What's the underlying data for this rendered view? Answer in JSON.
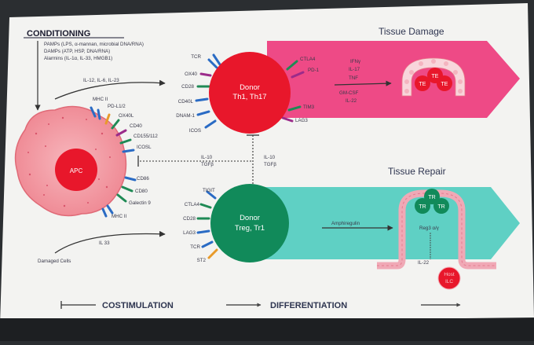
{
  "conditioning": {
    "title": "CONDITIONING",
    "lines": [
      "PAMPs (LPS, α-mannan, microbial DNA/RNA)",
      "DAMPs (ATP, HSP, DNA/RNA)",
      "Alarmins (IL-1α, IL-33, HMGB1)"
    ]
  },
  "cytokines_top": "IL-12, IL-6, IL-23",
  "damaged_cells": "Damaged Cells",
  "il33": "IL 33",
  "apc": {
    "label": "APC",
    "markers_top": [
      "MHC II",
      "PD-L1/2",
      "OX40L",
      "CD40",
      "CD155/112",
      "ICOSL"
    ],
    "markers_bottom": [
      "CD86",
      "CD80",
      "Galectin 9",
      "MHC II"
    ]
  },
  "th": {
    "label_1": "Donor",
    "label_2": "Th1, Th17",
    "left_markers": [
      "TCR",
      "OX40",
      "CD28",
      "CD40L",
      "DNAM-1",
      "ICOS"
    ],
    "right_markers": [
      "CTLA4",
      "PD-1",
      "TIM3",
      "LAG3"
    ]
  },
  "treg": {
    "label_1": "Donor",
    "label_2": "Treg, Tr1",
    "left_markers": [
      "TIGIT",
      "CTLA4",
      "CD28",
      "LAG3",
      "TCR",
      "ST2"
    ]
  },
  "inhibition_left": [
    "IL-10",
    "TGFβ"
  ],
  "inhibition_right": [
    "IL-10",
    "TGFβ"
  ],
  "damage": {
    "title": "Tissue Damage",
    "cytokines": [
      "IFNγ",
      "IL-17",
      "TNF",
      "GM-CSF",
      "IL-22"
    ],
    "te_cells": [
      "TE",
      "TE",
      "TE"
    ]
  },
  "repair": {
    "title": "Tissue Repair",
    "amphiregulin": "Amphiregulin",
    "reg3": "Reg3 α/γ",
    "il22": "IL-22",
    "host_ilc_1": "Host",
    "host_ilc_2": "ILC",
    "tr_cells": [
      "TR",
      "TR",
      "TR"
    ]
  },
  "bottom": {
    "costimulation": "COSTIMULATION",
    "differentiation": "DIFFERENTIATION"
  },
  "colors": {
    "damage_pink": "#ee4a86",
    "repair_teal": "#5fd0c4",
    "th_red": "#e8172b",
    "treg_green": "#118a5a",
    "apc_pink": "#f28b95"
  }
}
